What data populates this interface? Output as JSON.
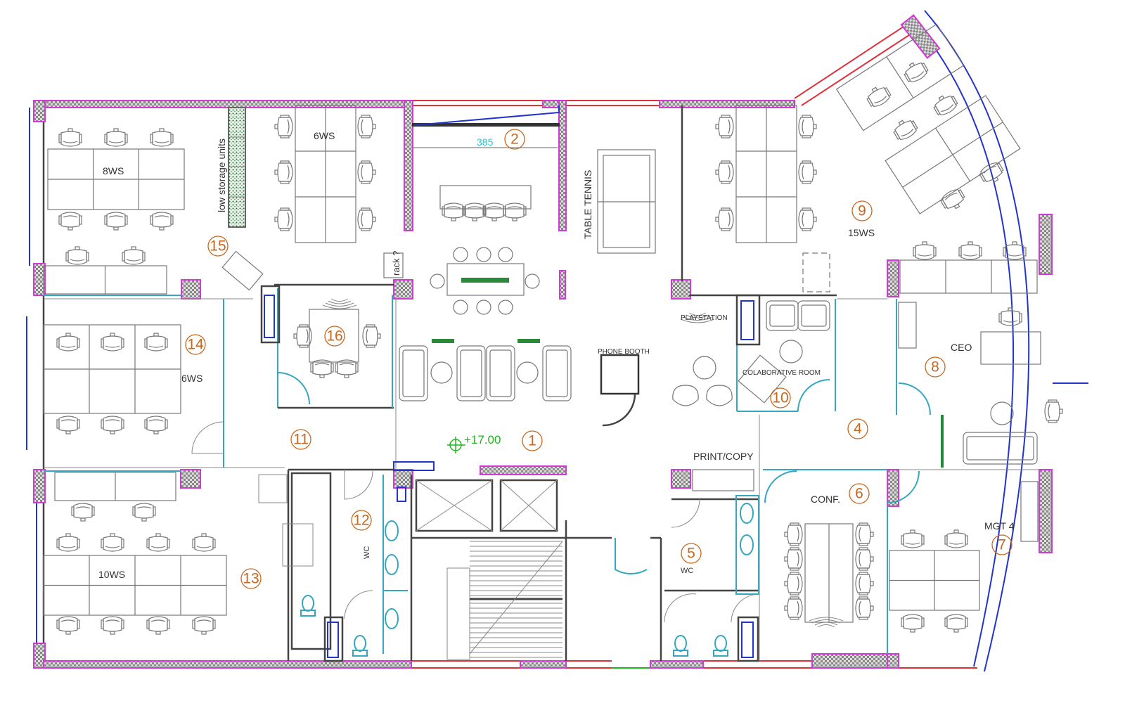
{
  "title": "Office floor plan",
  "colors": {
    "wall_hatch": "#d23ad6",
    "window": "#e0303a",
    "facade": "#2335c8",
    "glass": "#35a6c0",
    "room_number": "#c8671e",
    "level": "#1fb81f",
    "dimension": "#1cc8d8"
  },
  "labels": {
    "ws_8": "8WS",
    "ws_6_top": "6WS",
    "storage": "low storage units",
    "dimension": "385",
    "table_tennis": "TABLE TENNIS",
    "rack": "rack ?",
    "ws_6_left": "6WS",
    "level": "+17.00",
    "phone_booth": "PHONE BOOTH",
    "playstation": "PLAYSTATION",
    "collab_room": "COLABORATIVE ROOM",
    "ws_15": "15WS",
    "ceo": "CEO",
    "print_copy": "PRINT/COPY",
    "conf": "CONF.",
    "mgt": "MGT 4",
    "wc_1": "WC",
    "wc_2": "WC",
    "ws_10": "10WS"
  },
  "rooms": [
    "1",
    "2",
    "4",
    "5",
    "6",
    "7",
    "8",
    "9",
    "10",
    "11",
    "12",
    "13",
    "14",
    "15",
    "16"
  ]
}
